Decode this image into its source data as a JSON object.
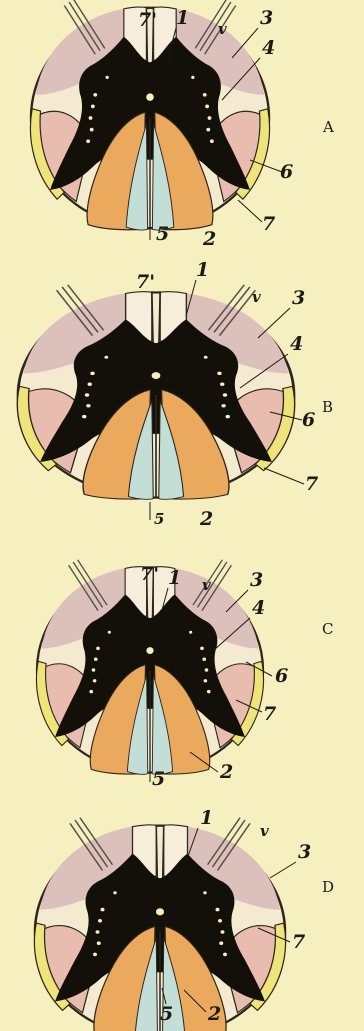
{
  "sections": [
    {
      "id": "A",
      "letter": "A",
      "labels": {
        "1": "1",
        "2": "2",
        "3": "3",
        "4": "4",
        "5": "5",
        "6": "6",
        "7": "7",
        "7p": "7'",
        "v": "v"
      }
    },
    {
      "id": "B",
      "letter": "B",
      "labels": {
        "1": "1",
        "2": "2",
        "3": "3",
        "4": "4",
        "5": "5",
        "6": "6",
        "7": "7",
        "7p": "7'",
        "v": "v"
      }
    },
    {
      "id": "C",
      "letter": "C",
      "labels": {
        "1": "1",
        "2": "2",
        "3": "3",
        "4": "4",
        "5": "5",
        "6": "6",
        "7": "7",
        "7p": "7'",
        "v": "v"
      }
    },
    {
      "id": "D",
      "letter": "D",
      "labels": {
        "1": "1",
        "2": "2",
        "3": "3",
        "5": "5",
        "7": "7",
        "v": "v"
      }
    }
  ],
  "colors": {
    "background": "#f6efbf",
    "white_matter_outline": "#2a261c",
    "gray_matter": "#121008",
    "posterior_lateral_column": "#dcbfb8",
    "anterior_lateral_column": "#e9bfb0",
    "antero_lateral_ground": "#eee4c4",
    "posterior_column_orange": "#eaa95c",
    "goll_column_blue": "#c2ddd4",
    "cerebellar_tract_yellow": "#efe47a",
    "anterior_column_pale": "#f5ecd0"
  }
}
